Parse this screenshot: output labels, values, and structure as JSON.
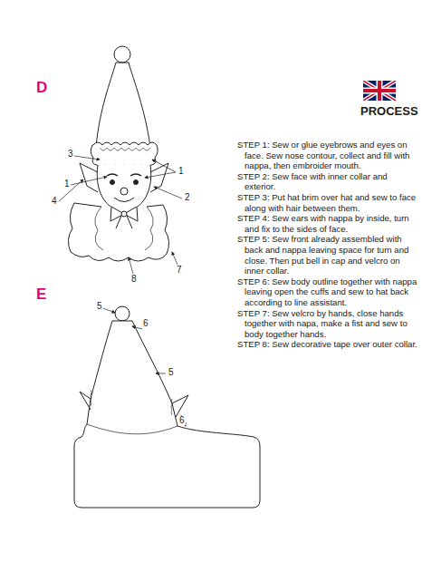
{
  "diagram": {
    "labels": [
      "D",
      "PROCESS",
      "STEP 1: Sew or glue eyebrows and eyes on face. Sew nose contour, collect and fill with nappa, then embroider mouth.",
      "STEP 2: Sew face with inner collar and exterior.",
      "STEP 3: Put hat brim over hat and sew to face along with hair between them.",
      "STEP 4: Sew ears with nappa by inside, turn and fix to the sides of face.",
      "STEP 5: Sew front already assembled with back and nappa leaving space for turn and close. Then put bell in cap and velcro on inner collar.",
      "STEP 6: Sew body outline together with nappa leaving open the cuffs and sew to hat back according to line assistant.",
      "STEP 7: Sew velcro by hands, close hands together with napa, make a fist and sew to body together hands.",
      "STEP 8: Sew decorative tape over outer collar.",
      "3",
      "1",
      "1",
      "4",
      "2",
      "7",
      "8",
      "E",
      "5",
      "6",
      "5",
      "6"
    ]
  }
}
